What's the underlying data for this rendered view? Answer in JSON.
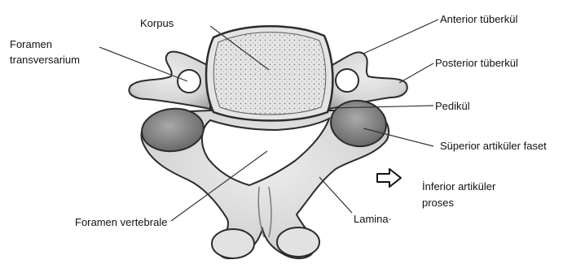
{
  "labels": {
    "korpus": "Korpus",
    "foramen_transversarium_line1": "Foramen",
    "foramen_transversarium_line2": "transversarium",
    "anterior_tuberkul": "Anterior tüberkül",
    "posterior_tuberkul": "Posterior tüberkül",
    "pedikul": "Pedikül",
    "superior_articular_facet": "Süperior artiküler faset",
    "inferior_articular_process_line1": "İnferior artiküler",
    "inferior_articular_process_line2": "proses",
    "foramen_vertebrale": "Foramen vertebrale",
    "lamina": "Lamina·"
  },
  "colors": {
    "bone_fill": "#dcdcdc",
    "bone_shade": "#9a9a9a",
    "outline": "#2b2b2b",
    "leader_line": "#333333",
    "text": "#111111"
  },
  "icons": {
    "arrow": "hollow-right-arrow-icon"
  }
}
